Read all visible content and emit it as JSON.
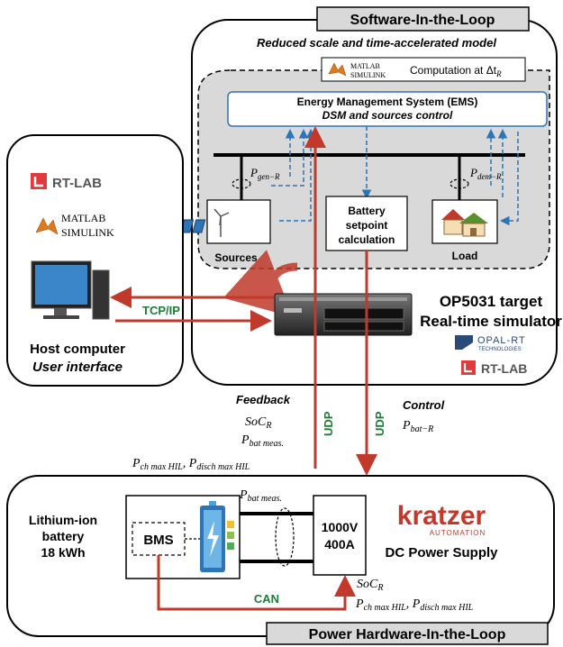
{
  "sil": {
    "title": "Software-In-the-Loop",
    "subtitle": "Reduced scale and time-accelerated model",
    "matlab_line1": "MATLAB",
    "matlab_line2": "SIMULINK",
    "computation": "Computation at Δt",
    "computation_sub": "R"
  },
  "ems": {
    "title": "Energy Management System (EMS)",
    "subtitle": "DSM and sources control"
  },
  "labels": {
    "p_gen": "P",
    "p_gen_sub": "gen−R",
    "p_dem": "P",
    "p_dem_sub": "dem−R",
    "sources": "Sources",
    "load": "Load",
    "battery_line1": "Battery",
    "battery_line2": "setpoint",
    "battery_line3": "calculation"
  },
  "host": {
    "rtlab": "RT-LAB",
    "matlab_line1": "MATLAB",
    "matlab_line2": "SIMULINK",
    "title": "Host computer",
    "subtitle": "User interface",
    "tcpip": "TCP/IP"
  },
  "target": {
    "line1": "OP5031 target",
    "line2": "Real-time simulator",
    "opal_line1": "OPAL-RT",
    "opal_line2": "TECHNOLOGIES",
    "rtlab": "RT-LAB"
  },
  "links": {
    "feedback": "Feedback",
    "soc": "SoC",
    "soc_sub": "R",
    "pbat_meas": "P",
    "pbat_meas_sub": "bat meas.",
    "pch": "P",
    "pch_sub": "ch max HIL",
    "pdisch": "P",
    "pdisch_sub": "disch max HIL",
    "control": "Control",
    "pbat_r": "P",
    "pbat_r_sub": "bat−R",
    "udp_left": "UDP",
    "udp_right": "UDP"
  },
  "phil": {
    "title": "Power Hardware-In-the-Loop",
    "battery_line1": "Lithium-ion",
    "battery_line2": "battery",
    "battery_line3": "18 kWh",
    "bms": "BMS",
    "pbat_meas": "P",
    "pbat_meas_sub": "bat meas.",
    "ps_line1": "1000V",
    "ps_line2": "400A",
    "kratzer": "kratzer",
    "automation": "AUTOMATION",
    "dc_ps": "DC Power Supply",
    "can": "CAN",
    "soc": "SoC",
    "soc_sub": "R",
    "pch": "P",
    "pch_sub": "ch max HIL",
    "pdisch": "P",
    "pdisch_sub": "disch max HIL"
  },
  "colors": {
    "red": "#c0392b",
    "blue": "#2e75b6",
    "green": "#1e7b34",
    "grey_box": "#d9d9d9",
    "kratzer": "#c0392b"
  }
}
